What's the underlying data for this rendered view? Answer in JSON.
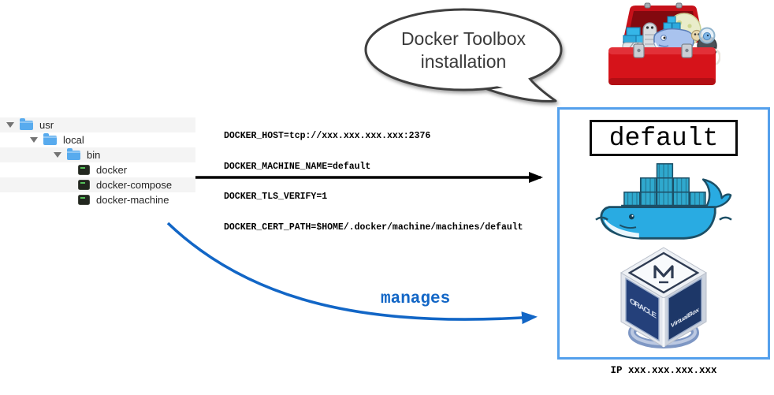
{
  "file_tree": {
    "items": [
      {
        "label": "usr",
        "type": "folder"
      },
      {
        "label": "local",
        "type": "folder"
      },
      {
        "label": "bin",
        "type": "folder"
      },
      {
        "label": "docker",
        "type": "executable"
      },
      {
        "label": "docker-compose",
        "type": "executable"
      },
      {
        "label": "docker-machine",
        "type": "executable"
      }
    ]
  },
  "env_block": {
    "lines": [
      "DOCKER_HOST=tcp://xxx.xxx.xxx.xxx:2376",
      "DOCKER_MACHINE_NAME=default",
      "DOCKER_TLS_VERIFY=1",
      "DOCKER_CERT_PATH=$HOME/.docker/machine/machines/default"
    ]
  },
  "speech_bubble": {
    "line1": "Docker Toolbox",
    "line2": "installation"
  },
  "machine_box": {
    "name": "default",
    "ip_label": "IP xxx.xxx.xxx.xxx"
  },
  "connections": {
    "manages_label": "manages"
  },
  "logos": {
    "virtualbox_brand_left": "ORACLE",
    "virtualbox_brand_right": "VirtualBox"
  },
  "colors": {
    "machine_box_border": "#54a0ec",
    "manages_arrow": "#1266c6",
    "toolbox_red": "#d6131a",
    "docker_whale_blue": "#29abe2",
    "tree_row_shade": "#f4f4f4",
    "folder_blue": "#58abee"
  }
}
